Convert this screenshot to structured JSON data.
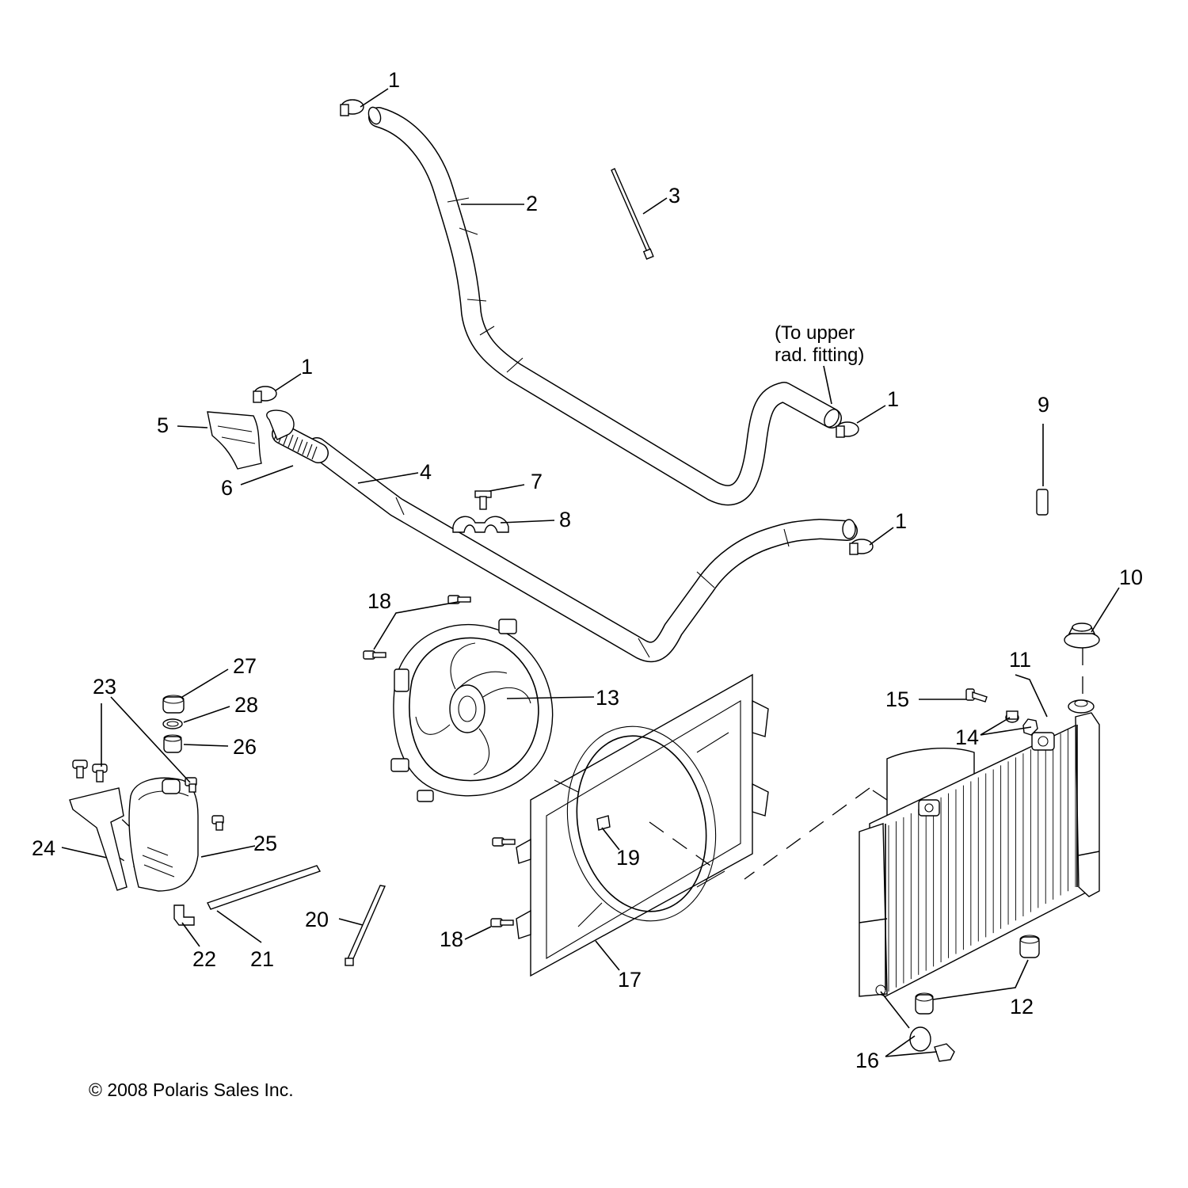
{
  "diagram": {
    "callouts": {
      "c1a": "1",
      "c1b": "1",
      "c1c": "1",
      "c1d": "1",
      "c2": "2",
      "c3": "3",
      "c4": "4",
      "c5": "5",
      "c6": "6",
      "c7": "7",
      "c8": "8",
      "c9": "9",
      "c10": "10",
      "c11": "11",
      "c12": "12",
      "c13": "13",
      "c14": "14",
      "c15": "15",
      "c16": "16",
      "c17": "17",
      "c18a": "18",
      "c18b": "18",
      "c19": "19",
      "c20": "20",
      "c21": "21",
      "c22": "22",
      "c23": "23",
      "c24": "24",
      "c25": "25",
      "c26": "26",
      "c27": "27",
      "c28": "28"
    },
    "note_line1": "(To upper",
    "note_line2": "rad. fitting)",
    "copyright": "© 2008 Polaris Sales Inc."
  }
}
